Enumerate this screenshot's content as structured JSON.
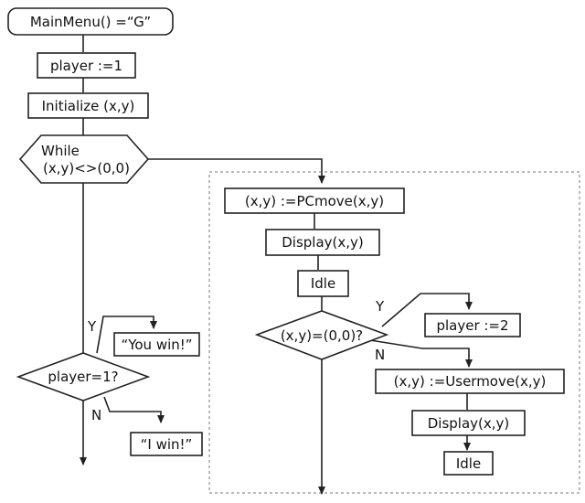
{
  "nodes": {
    "main_menu": "MainMenu() =“G”",
    "player_init": "player :=1",
    "initialize": "Initialize (x,y)",
    "while_line1": "While",
    "while_line2": "(x,y)<>(0,0)",
    "pc_move": "(x,y) :=PCmove(x,y)",
    "display_1": "Display(x,y)",
    "idle_1": "Idle",
    "check_origin": "(x,y)=(0,0)?",
    "player_set2": "player :=2",
    "user_move": "(x,y) :=Usermove(x,y)",
    "display_2": "Display(x,y)",
    "idle_2": "Idle",
    "check_player": "player=1?",
    "you_win": "“You win!”",
    "i_win": "“I win!”"
  },
  "branch_labels": {
    "yes": "Y",
    "no": "N"
  }
}
